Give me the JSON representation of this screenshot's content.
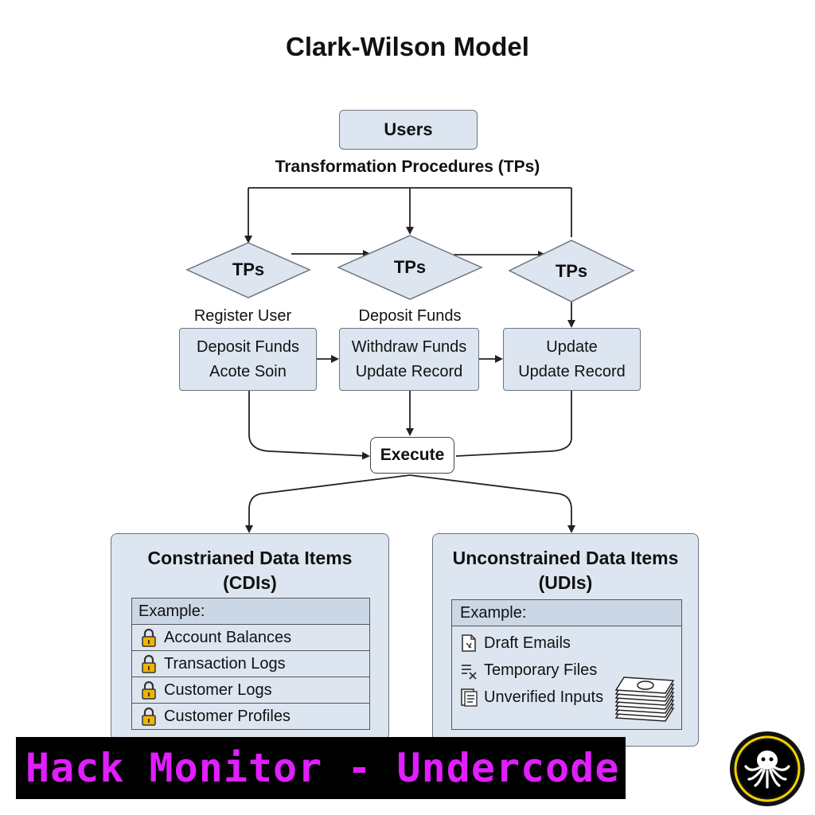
{
  "title": "Clark-Wilson Model",
  "users": "Users",
  "subtitle": "Transformation Procedures (TPs)",
  "diamonds": [
    "TPs",
    "TPs",
    "TPs"
  ],
  "step_labels": [
    "Register User",
    "Deposit Funds"
  ],
  "tp_boxes": [
    [
      "Deposit Funds",
      "Acote Soin"
    ],
    [
      "Withdraw Funds",
      "Update Record"
    ],
    [
      "Update",
      "Update Record"
    ]
  ],
  "execute": "Execute",
  "cdi": {
    "title_line1": "Constrianed Data Items",
    "title_line2": "(CDIs)",
    "example": "Example:",
    "items": [
      "Account Balances",
      "Transaction Logs",
      "Customer Logs",
      "Customer Profiles"
    ],
    "item_icon": "padlock-icon"
  },
  "udi": {
    "title_line1": "Unconstrained Data Items",
    "title_line2": "(UDIs)",
    "example": "Example:",
    "items": [
      "Draft Emails",
      "Temporary Files",
      "Unverified Inputs"
    ],
    "item_icons": [
      "draft-document-icon",
      "delete-file-icon",
      "form-document-icon"
    ],
    "decoration_icon": "money-stack-icon"
  },
  "banner": "Hack Monitor - Undercode",
  "logo_icon": "octopus-logo-icon",
  "colors": {
    "box_fill": "#dde6f0",
    "border": "#6b7480",
    "banner_bg": "#000000",
    "banner_text": "#e01eff",
    "lock_body": "#f0b400"
  }
}
